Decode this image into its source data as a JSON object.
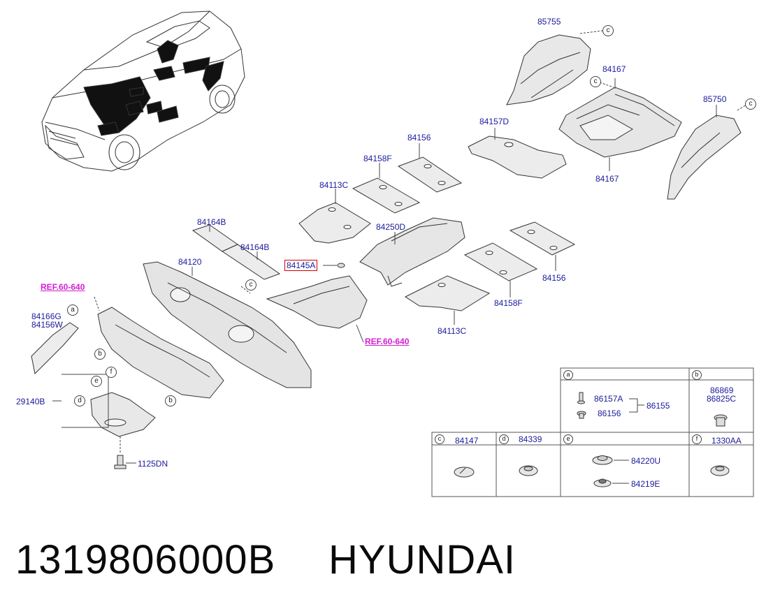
{
  "labels": {
    "p85755": "85755",
    "p84167_top": "84167",
    "p84167_bottom": "84167",
    "p85750": "85750",
    "p84157D": "84157D",
    "p84156_top": "84156",
    "p84158F_top": "84158F",
    "p84113C_top": "84113C",
    "p84250D": "84250D",
    "p84164B_1": "84164B",
    "p84164B_2": "84164B",
    "p84145A": "84145A",
    "p84120": "84120",
    "p84156_right": "84156",
    "p84158F_bottom": "84158F",
    "p84113C_bottom": "84113C",
    "ref_left": "REF.60-640",
    "ref_right": "REF.60-640",
    "p84166G": "84166G",
    "p84156W": "84156W",
    "p29140B": "29140B",
    "p1125DN": "1125DN"
  },
  "callouts": {
    "a": "a",
    "b": "b",
    "c": "c",
    "d": "d",
    "e": "e",
    "f": "f"
  },
  "table": {
    "a": {
      "letter": "a",
      "parts": [
        "86157A",
        "86156"
      ],
      "group": "86155"
    },
    "b": {
      "letter": "b",
      "parts": [
        "86869",
        "86825C"
      ]
    },
    "c": {
      "letter": "c",
      "part": "84147"
    },
    "d": {
      "letter": "d",
      "part": "84339"
    },
    "e": {
      "letter": "e",
      "parts": [
        "84220U",
        "84219E"
      ]
    },
    "f": {
      "letter": "f",
      "part": "1330AA"
    }
  },
  "footer": {
    "code": "1319806000B",
    "brand": "HYUNDAI"
  }
}
